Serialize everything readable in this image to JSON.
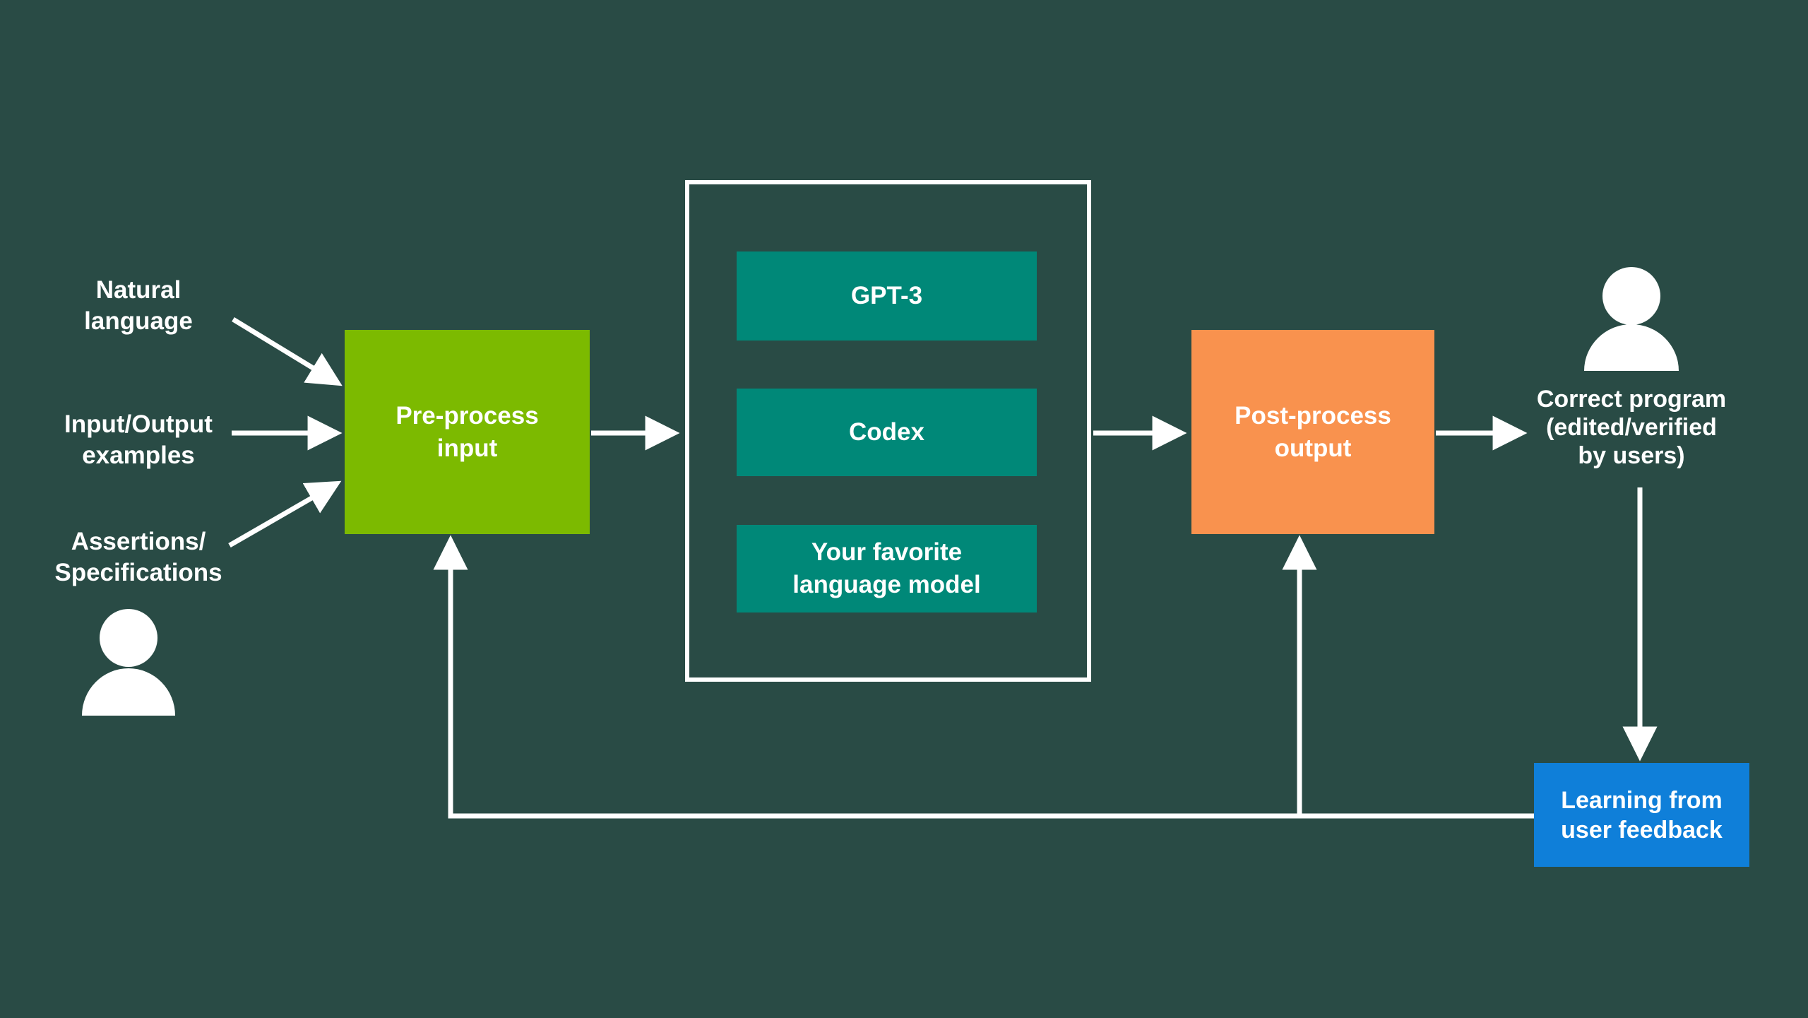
{
  "diagram": {
    "background_color": "#294B45",
    "arrow_color": "#FFFFFF",
    "inputs": {
      "natural_language": "Natural\nlanguage",
      "io_examples": "Input/Output\nexamples",
      "assertions": "Assertions/\nSpecifications"
    },
    "preprocess": {
      "label": "Pre-process\ninput",
      "color": "#7CBA00"
    },
    "models_group": {
      "border_color": "#FFFFFF",
      "box_color": "#008878",
      "items": [
        {
          "label": "GPT-3"
        },
        {
          "label": "Codex"
        },
        {
          "label": "Your favorite\nlanguage model"
        }
      ]
    },
    "postprocess": {
      "label": "Post-process\noutput",
      "color": "#F9924E"
    },
    "output": {
      "label": "Correct program\n(edited/verified\nby users)"
    },
    "feedback": {
      "label": "Learning from\nuser feedback",
      "color": "#0F7FD9"
    },
    "icons": {
      "user_left": "person-icon",
      "user_right": "person-icon"
    }
  }
}
